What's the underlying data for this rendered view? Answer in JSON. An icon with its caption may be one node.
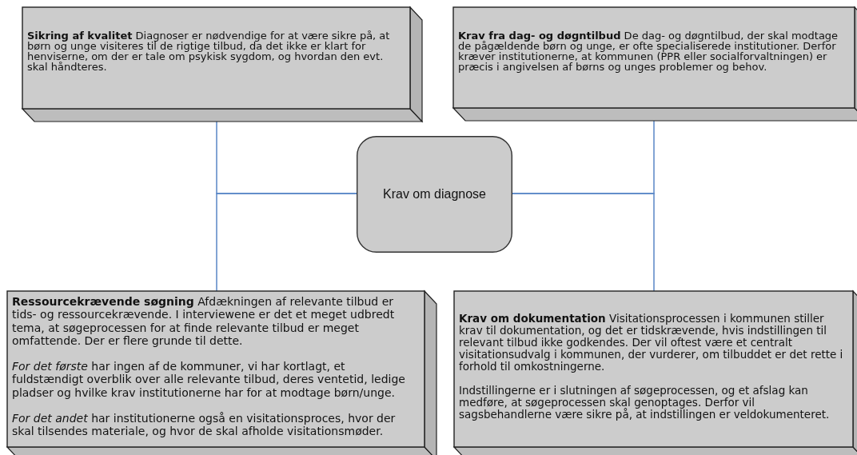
{
  "diagram": {
    "nodes": [
      {
        "text": [
          "**Sikring af kvalitet** Diagnoser er nødvendige for at være sikre på, at børn og unge visiteres til de rigtige tilbud, da det ikke er klart for henviserne, om der er tale om psykisk sygdom, og hvordan den evt. skal håndteres."
        ]
      },
      {
        "text": [
          "**Krav fra dag- og døgntilbud** De dag- og døgntilbud, der skal modtage de pågældende børn og unge, er ofte specialiserede institutioner. Derfor kræver institutionerne, at kommunen (PPR eller socialforvaltningen) er præcis i angivelsen af børns og unges problemer og behov."
        ]
      },
      {
        "text": [
          "Krav om diagnose"
        ]
      },
      {
        "text": [
          "**Ressourcekrævende søgning** Afdækningen af relevante tilbud er tids- og ressourcekrævende. I interviewene er det et meget udbredt tema, at søgeprocessen for at finde relevante tilbud er meget omfattende. Der er flere grunde til dette.",
          "*For det første* har ingen af de kommuner, vi har kortlagt, et fuldstændigt overblik over alle relevante tilbud, deres ventetid, ledige pladser og hvilke krav institutionerne har for at modtage børn/unge.",
          "*For det andet* har institutionerne også en visitationsproces, hvor der skal tilsendes materiale, og hvor de skal afholde visitationsmøder."
        ]
      },
      {
        "text": [
          "**Krav om dokumentation** Visitationsprocessen i kommunen stiller krav til dokumentation, og det er tidskrævende, hvis indstillingen til relevant tilbud ikke godkendes. Der vil oftest være et centralt visitationsudvalg i kommunen, der vurderer, om tilbuddet er det rette i forhold til omkostningerne.",
          "Indstillingerne er i slutningen af søgeprocessen, og et afslag kan medføre, at søgeprocessen skal genoptages. Derfor vil sagsbehandlerne være sikre på, at indstillingen er veldokumenteret."
        ]
      }
    ],
    "edges": [
      {
        "from": 2,
        "to": 0,
        "arrow": "none"
      },
      {
        "from": 2,
        "to": 1,
        "arrow": "none"
      },
      {
        "from": 2,
        "to": 3,
        "arrow": "none"
      },
      {
        "from": 2,
        "to": 4,
        "arrow": "none"
      }
    ]
  }
}
